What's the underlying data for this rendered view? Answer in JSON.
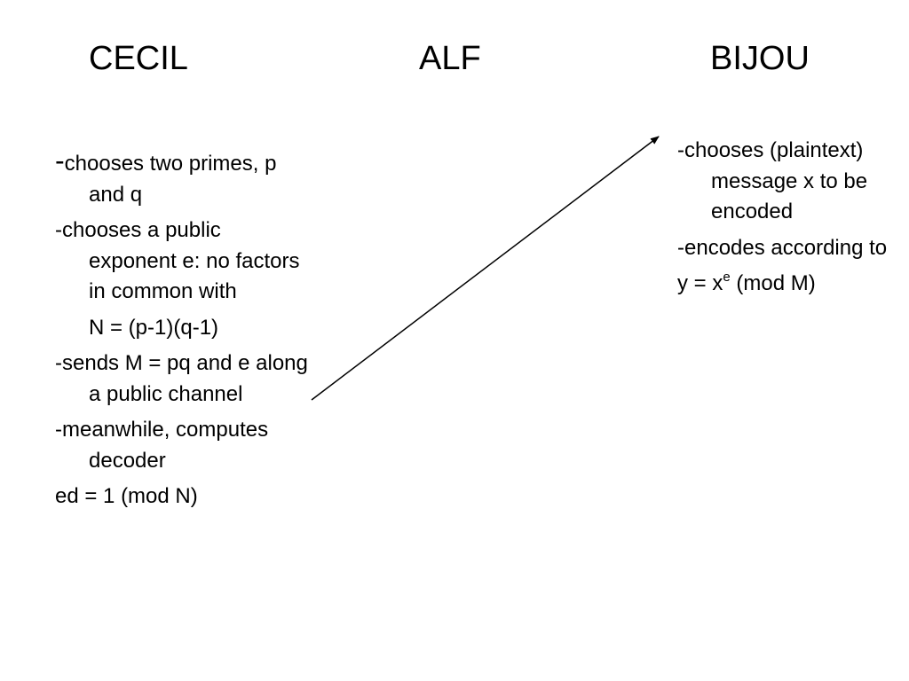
{
  "headings": {
    "cecil": "CECIL",
    "alf": "ALF",
    "bijou": "BIJOU"
  },
  "cecil_points": {
    "p1_dash": "-",
    "p1_text": "chooses two primes, p and q",
    "p2": "-chooses a public exponent e: no factors in common with",
    "p3": "N = (p-1)(q-1)",
    "p4": "-sends M = pq and e along a public channel",
    "p5": "-meanwhile, computes decoder",
    "p6": "ed = 1 (mod N)"
  },
  "bijou_points": {
    "p1": "-chooses (plaintext) message x to be encoded",
    "p2": "-encodes according to",
    "p3_pre": "y = x",
    "p3_sup": "e",
    "p3_post": " (mod M)"
  }
}
